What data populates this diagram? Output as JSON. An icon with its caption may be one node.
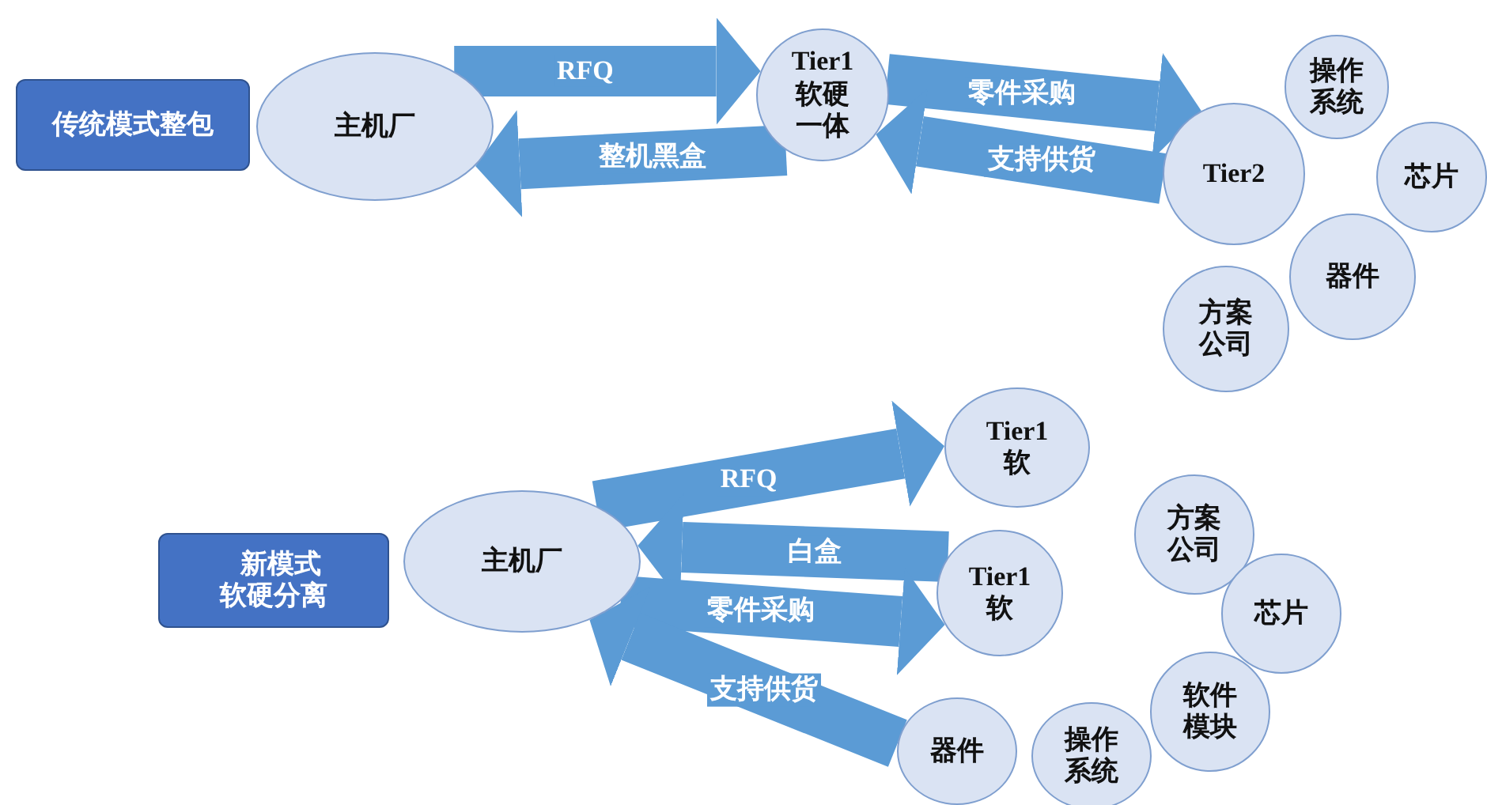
{
  "diagram": {
    "nodes": [
      {
        "text": [
          "传统模式整包"
        ]
      },
      {
        "text": [
          "主机厂"
        ]
      },
      {
        "text": [
          "Tier1 软硬一体"
        ]
      },
      {
        "text": [
          "操作系统"
        ]
      },
      {
        "text": [
          "Tier2"
        ]
      },
      {
        "text": [
          "芯片"
        ]
      },
      {
        "text": [
          "器件"
        ]
      },
      {
        "text": [
          "方案公司"
        ]
      },
      {
        "text": [
          "新模式软硬分离"
        ]
      },
      {
        "text": [
          "主机厂"
        ]
      },
      {
        "text": [
          "Tier1 软"
        ]
      },
      {
        "text": [
          "方案公司"
        ]
      },
      {
        "text": [
          "Tier1 软"
        ]
      },
      {
        "text": [
          "芯片"
        ]
      },
      {
        "text": [
          "软件模块"
        ]
      },
      {
        "text": [
          "器件"
        ]
      },
      {
        "text": [
          "操作系统"
        ]
      }
    ],
    "edges": [
      {
        "from": 1,
        "to": 2,
        "arrow": "to",
        "label": "RFQ"
      },
      {
        "from": 2,
        "to": 1,
        "arrow": "to",
        "label": "整机黑盒"
      },
      {
        "from": 2,
        "to": 4,
        "arrow": "to",
        "label": "零件采购"
      },
      {
        "from": 4,
        "to": 2,
        "arrow": "to",
        "label": "支持供货"
      },
      {
        "from": 9,
        "to": 10,
        "arrow": "to",
        "label": "RFQ"
      },
      {
        "from": 12,
        "to": 9,
        "arrow": "to",
        "label": "白盒"
      },
      {
        "from": 9,
        "to": 12,
        "arrow": "to",
        "label": "零件采购"
      },
      {
        "from": 15,
        "to": 9,
        "arrow": "to",
        "label": "支持供货"
      }
    ]
  }
}
